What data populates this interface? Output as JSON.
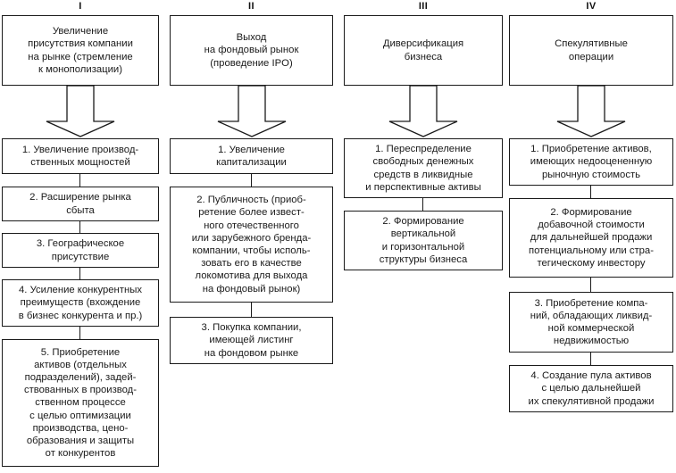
{
  "diagram": {
    "title": "",
    "background_color": "#ffffff",
    "line_color": "#1a1a1a",
    "columns": [
      {
        "numeral": "I",
        "header": "Увеличение\nприсутствия компании\nна рынке (стремление\nк монополизации)",
        "items": [
          "1. Увеличение производ-\nственных мощностей",
          "2. Расширение рынка\nсбыта",
          "3. Географическое\nприсутствие",
          "4. Усиление конкурентных\nпреимуществ (вхождение\nв бизнес конкурента и пр.)",
          "5. Приобретение\nактивов (отдельных\nподразделений), задей-\nствованных в производ-\nственном процессе\nс целью оптимизации\nпроизводства, цено-\nобразования и защиты\nот конкурентов"
        ]
      },
      {
        "numeral": "II",
        "header": "Выход\nна фондовый рынок\n(проведение IPO)",
        "items": [
          "1. Увеличение\nкапитализации",
          "2. Публичность (приоб-\nретение более извест-\nного отечественного\nили зарубежного бренда-\nкомпании, чтобы исполь-\nзовать его в качестве\nлокомотива для выхода\nна фондовый рынок)",
          "3. Покупка компании,\nимеющей листинг\nна фондовом рынке"
        ]
      },
      {
        "numeral": "III",
        "header": "Диверсификация\nбизнеса",
        "items": [
          "1. Переспределение\nсвободных денежных\nсредств в ликвидные\nи перспективные активы",
          "2. Формирование\nвертикальной\nи горизонтальной\nструктуры бизнеса"
        ]
      },
      {
        "numeral": "IV",
        "header": "Спекулятивные\nоперации",
        "items": [
          "1. Приобретение активов,\nимеющих недооцененную\nрыночную стоимость",
          "2. Формирование\nдобавочной стоимости\nдля дальнейшей продажи\nпотенциальному или стра-\nтегическому инвестору",
          "3. Приобретение компа-\nний, обладающих ликвид-\nной коммерческой\nнедвижимостью",
          "4. Создание пула активов\nс целью дальнейшей\nих спекулятивной продажи"
        ]
      }
    ]
  }
}
